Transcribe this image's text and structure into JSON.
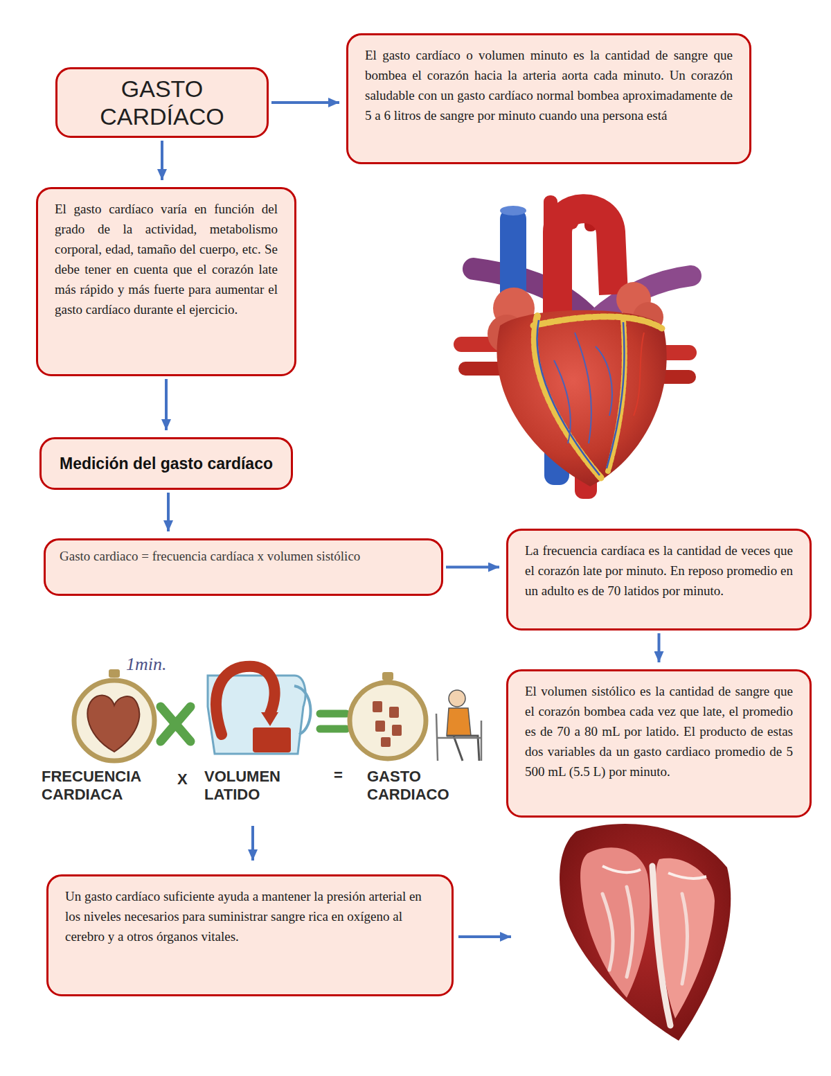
{
  "diagram": {
    "nodes": [
      {
        "text": [
          "GASTO CARDÍACO"
        ]
      },
      {
        "text": [
          "El gasto cardíaco o volumen minuto es la cantidad de sangre que bombea el corazón hacia la arteria aorta cada minuto. Un corazón saludable con un gasto cardíaco normal bombea aproximadamente de 5 a 6 litros de sangre por minuto cuando una persona está"
        ]
      },
      {
        "text": [
          "El gasto cardíaco varía en función del grado de la actividad, metabolismo corporal, edad, tamaño del cuerpo, etc. Se debe tener en cuenta que el corazón late más rápido y más fuerte para aumentar el gasto cardíaco durante el ejercicio."
        ]
      },
      {
        "text": [
          "Medición del gasto cardíaco"
        ]
      },
      {
        "text": [
          "Gasto cardiaco = frecuencia cardíaca x volumen sistólico"
        ]
      },
      {
        "text": [
          "La frecuencia cardíaca es la cantidad de veces que el corazón late por minuto. En reposo promedio en un adulto es de 70 latidos por minuto."
        ]
      },
      {
        "text": [
          "El volumen sistólico es la cantidad de sangre que el corazón bombea cada vez que late, el promedio es de 70 a 80 mL por latido. El producto de estas dos variables da un gasto cardiaco promedio de 5 500 mL (5.5 L) por minuto."
        ]
      },
      {
        "text": [
          "Un gasto cardíaco suficiente ayuda a mantener la presión arterial en los niveles necesarios para suministrar sangre rica en oxígeno al cerebro y a otros órganos vitales."
        ]
      }
    ],
    "edges": [
      {
        "from": 0,
        "to": 1,
        "arrow": "to"
      },
      {
        "from": 0,
        "to": 2,
        "arrow": "to"
      },
      {
        "from": 2,
        "to": 3,
        "arrow": "to"
      },
      {
        "from": 3,
        "to": 4,
        "arrow": "to"
      },
      {
        "from": 4,
        "to": 5,
        "arrow": "to"
      },
      {
        "from": 5,
        "to": 6,
        "arrow": "to"
      }
    ],
    "labels": [
      "1min.",
      "FRECUENCIA CARDIACA",
      "X",
      "VOLUMEN LATIDO",
      "=",
      "GASTO CARDIACO"
    ]
  }
}
